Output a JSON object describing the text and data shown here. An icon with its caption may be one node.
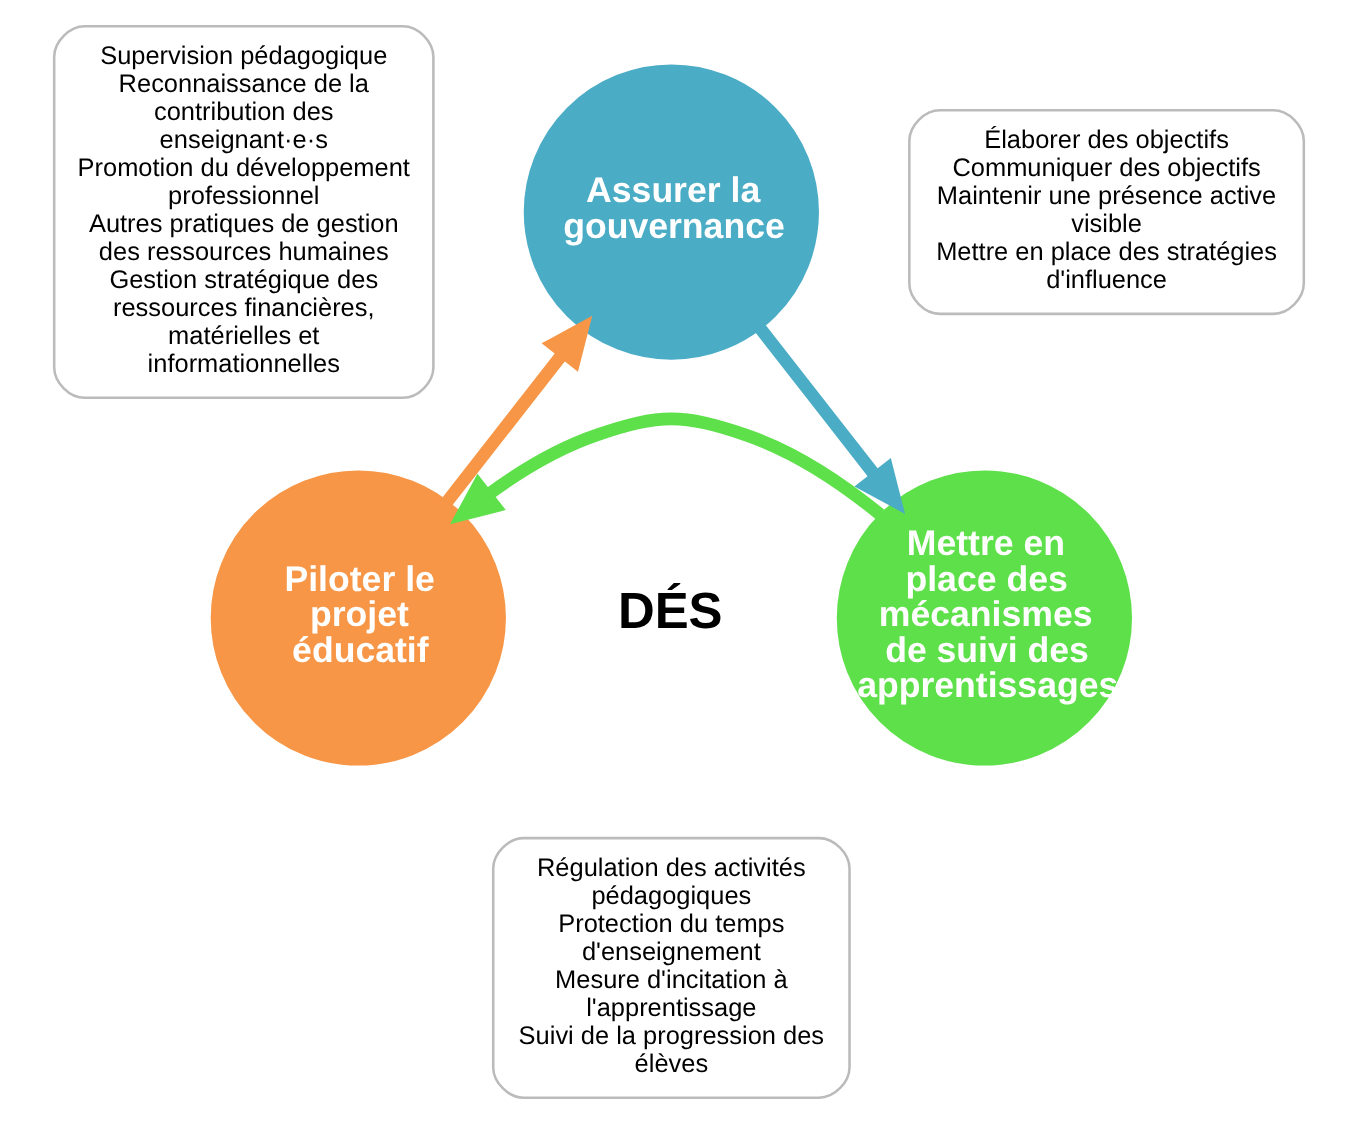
{
  "diagram": {
    "nodes": [
      {
        "text": [
          "Assurer la gouvernance"
        ]
      },
      {
        "text": [
          "Mettre en place des mécanismes de suivi des apprentissages"
        ]
      },
      {
        "text": [
          "Piloter le projet éducatif"
        ]
      },
      {
        "text": [
          "Supervision pédagogique",
          "Reconnaissance de la contribution des enseignant·e·s",
          "Promotion du développement professionnel",
          "Autres pratiques de gestion des ressources humaines",
          "Gestion stratégique des ressources financières, matérielles et informationnelles"
        ]
      },
      {
        "text": [
          "Élaborer des objectifs",
          "Communiquer des objectifs",
          "Maintenir une présence active visible",
          "Mettre en place des stratégies d'influence"
        ]
      },
      {
        "text": [
          "Régulation des activités pédagogiques",
          "Protection du temps d'enseignement",
          "Mesure d'incitation à l'apprentissage",
          "Suivi de la progression des élèves"
        ]
      }
    ],
    "edges": [
      {
        "from": 0,
        "to": 1,
        "arrow": "to",
        "color": "#4bacc6"
      },
      {
        "from": 1,
        "to": 2,
        "arrow": "to",
        "color": "#5ee04a"
      },
      {
        "from": 2,
        "to": 0,
        "arrow": "to",
        "color": "#f79646"
      }
    ],
    "labels": [
      "DÉS"
    ]
  }
}
